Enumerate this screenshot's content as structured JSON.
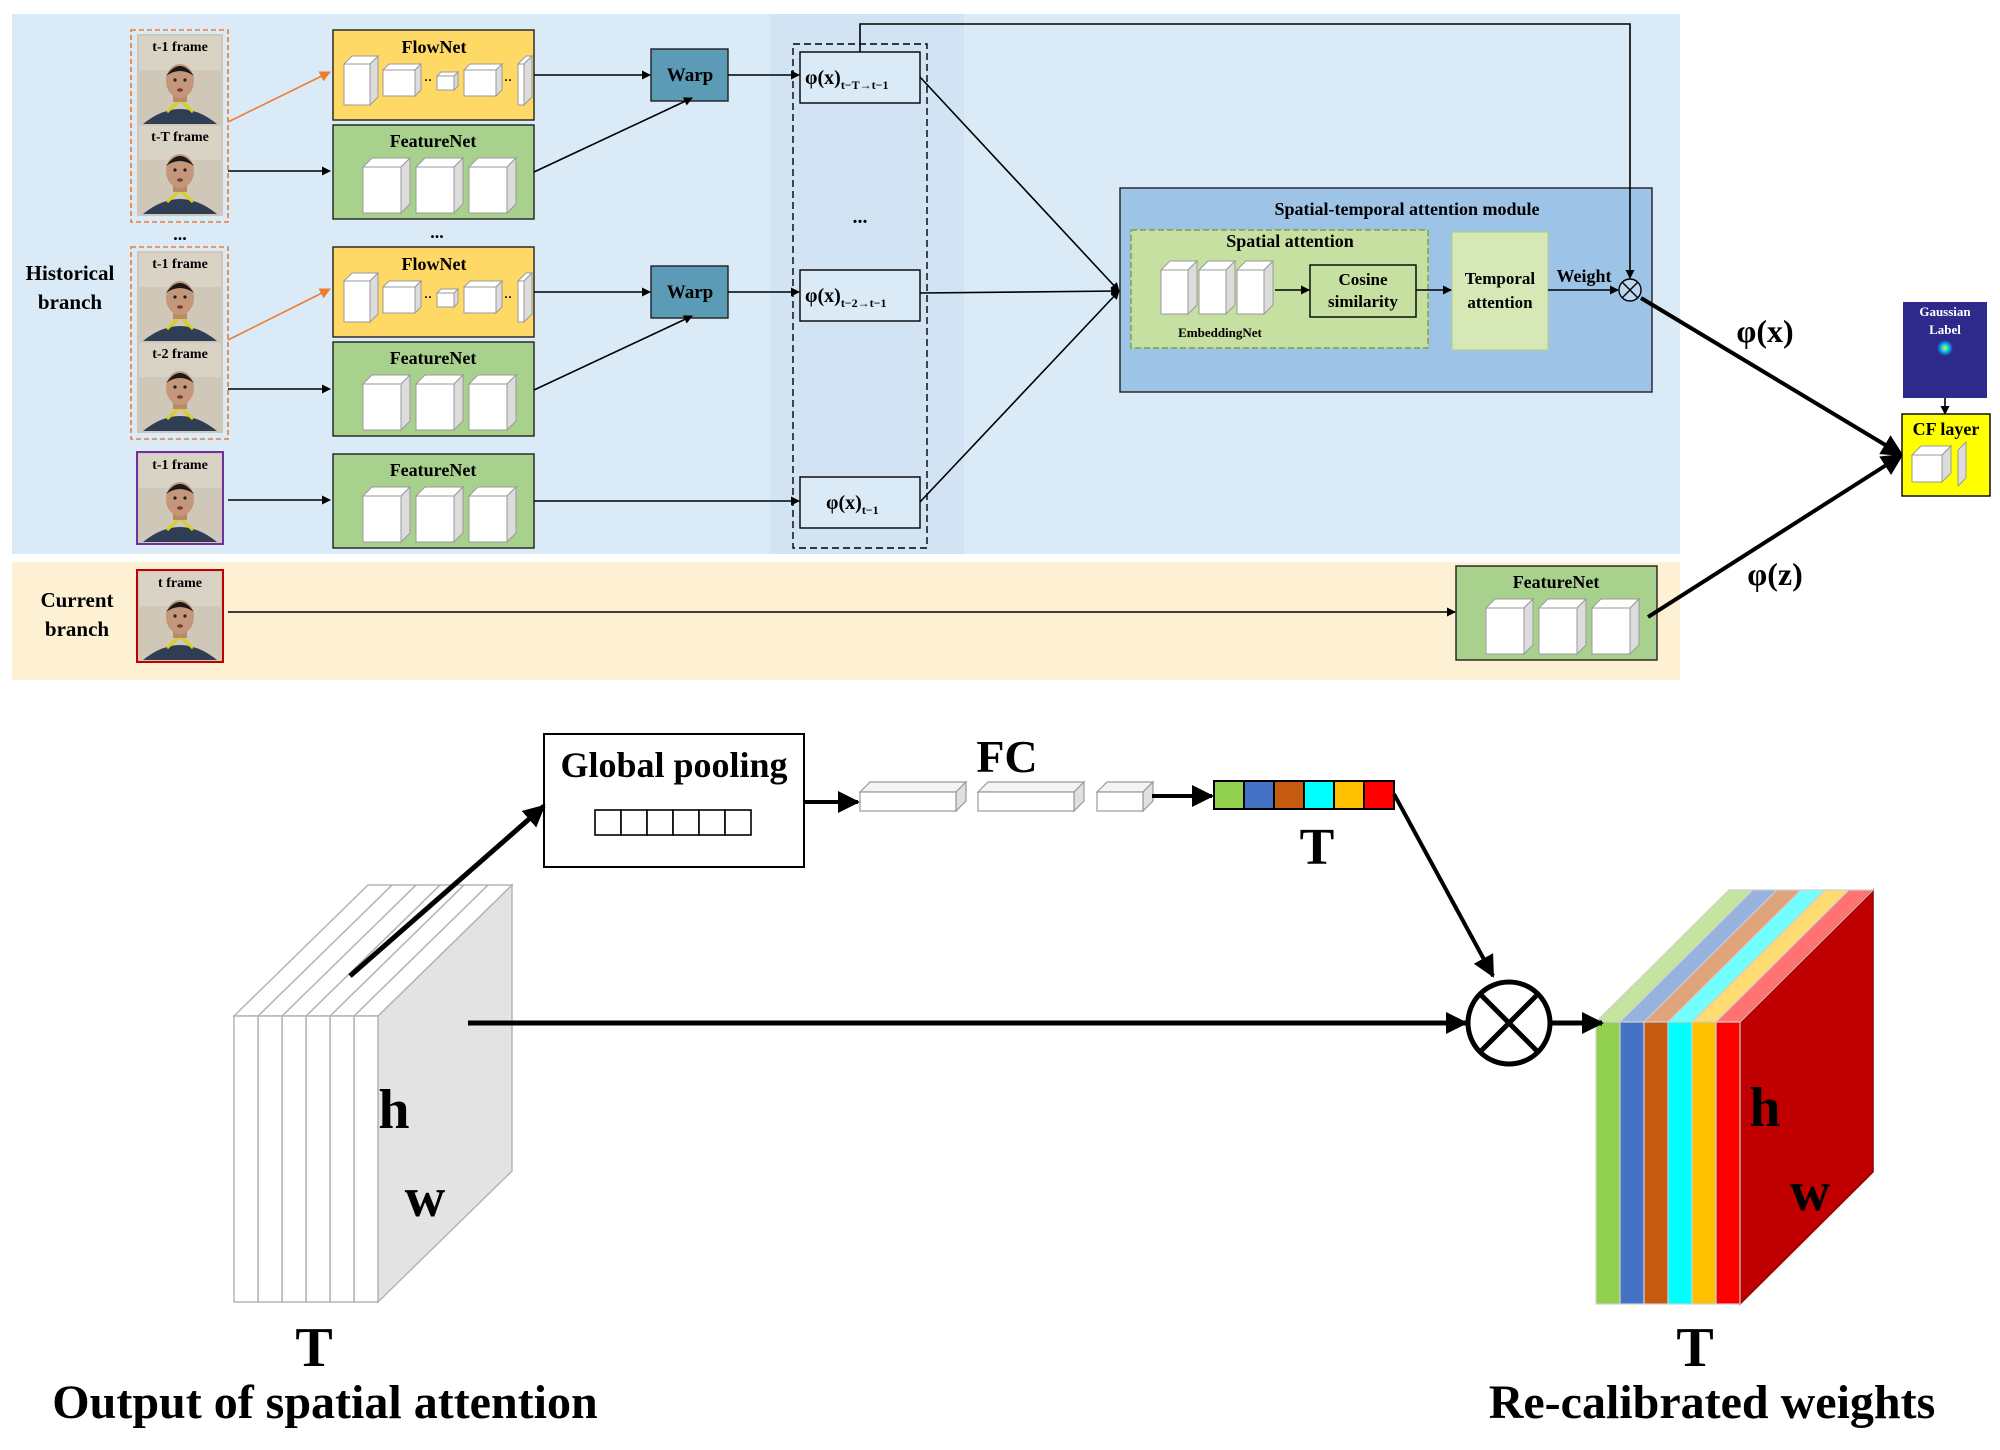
{
  "top": {
    "historical_branch_label": [
      "Historical",
      "branch"
    ],
    "current_branch_label": [
      "Current",
      "branch"
    ],
    "frames": {
      "group1_t1": "t-1 frame",
      "group1_tT": "t-T frame",
      "group2_t1": "t-1 frame",
      "group2_t2": "t-2 frame",
      "single_t1": "t-1 frame",
      "current_t": "t frame"
    },
    "ellipsis": "...",
    "flownet_label": "FlowNet",
    "featurenet_label": "FeatureNet",
    "warp_label": "Warp",
    "phi_boxes": {
      "warped_tT_base": "φ(x)",
      "warped_tT_sub": "t−T→t−1",
      "warped_t2_base": "φ(x)",
      "warped_t2_sub": "t−2→t−1",
      "t1_base": "φ(x)",
      "t1_sub": "t−1",
      "middle_dots": "..."
    },
    "attention_module": {
      "title": "Spatial-temporal attention module",
      "spatial_title": "Spatial attention",
      "embedding_label": "EmbeddingNet",
      "cosine_label": [
        "Cosine",
        "similarity"
      ],
      "temporal_label": [
        "Temporal",
        "attention"
      ],
      "weight_label": "Weight"
    },
    "phi_x": "φ(x)",
    "phi_z": "φ(z)",
    "gaussian_label": [
      "Gaussian",
      "Label"
    ],
    "cf_layer_label": "CF layer"
  },
  "bottom": {
    "global_pooling": "Global pooling",
    "fc_label": "FC",
    "t_label": "T",
    "h_label": "h",
    "w_label": "w",
    "output_caption": "Output of spatial attention",
    "recal_caption": "Re-calibrated weights",
    "weight_colors": [
      "#92d050",
      "#4472c4",
      "#c55a11",
      "#00ffff",
      "#ffc000",
      "#ff0000"
    ]
  },
  "colors": {
    "historical_bg": "#daeaf6",
    "current_bg": "#fdf0d3",
    "flownet_fill": "#ffd966",
    "featurenet_fill": "#a9d18e",
    "warp_fill": "#5b9bb5",
    "attention_fill": "#9dc3e6",
    "spatial_fill": "#c5e0a0",
    "temporal_fill": "#d5e8b5",
    "cf_fill": "#ffff00",
    "gaussian_fill": "#2e2a8c",
    "cube_front": "#c00000"
  }
}
